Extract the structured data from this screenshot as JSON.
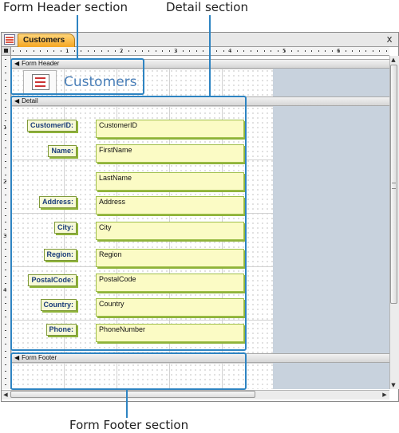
{
  "callouts": {
    "form_header": "Form Header section",
    "detail": "Detail section",
    "form_footer": "Form Footer section"
  },
  "window": {
    "tab_title": "Customers",
    "close_glyph": "x"
  },
  "ruler": {
    "numbers": [
      "1",
      "2",
      "3",
      "4",
      "5",
      "6"
    ],
    "vnumbers": [
      "1",
      "2",
      "3",
      "4"
    ]
  },
  "sections": {
    "form_header": "Form Header",
    "detail": "Detail",
    "form_footer": "Form Footer"
  },
  "header": {
    "title": "Customers"
  },
  "fields": [
    {
      "label": "CustomerID:",
      "control": "CustomerID"
    },
    {
      "label": "Name:",
      "control": "FirstName"
    },
    {
      "label": "",
      "control": "LastName"
    },
    {
      "label": "Address:",
      "control": "Address"
    },
    {
      "label": "City:",
      "control": "City"
    },
    {
      "label": "Region:",
      "control": "Region"
    },
    {
      "label": "PostalCode:",
      "control": "PostalCode"
    },
    {
      "label": "Country:",
      "control": "Country"
    },
    {
      "label": "Phone:",
      "control": "PhoneNumber"
    }
  ],
  "colors": {
    "callout_line": "#2e84c2",
    "tab_orange": "#f5a623",
    "label_text": "#1a3c7a",
    "textbox_fill": "#fbfbc5",
    "title_blue": "#4a7fb8"
  },
  "icons": {
    "tab": "form-icon",
    "section_toggle": "section-arrow-icon",
    "header_logo": "form-logo-icon",
    "close": "close-icon"
  }
}
